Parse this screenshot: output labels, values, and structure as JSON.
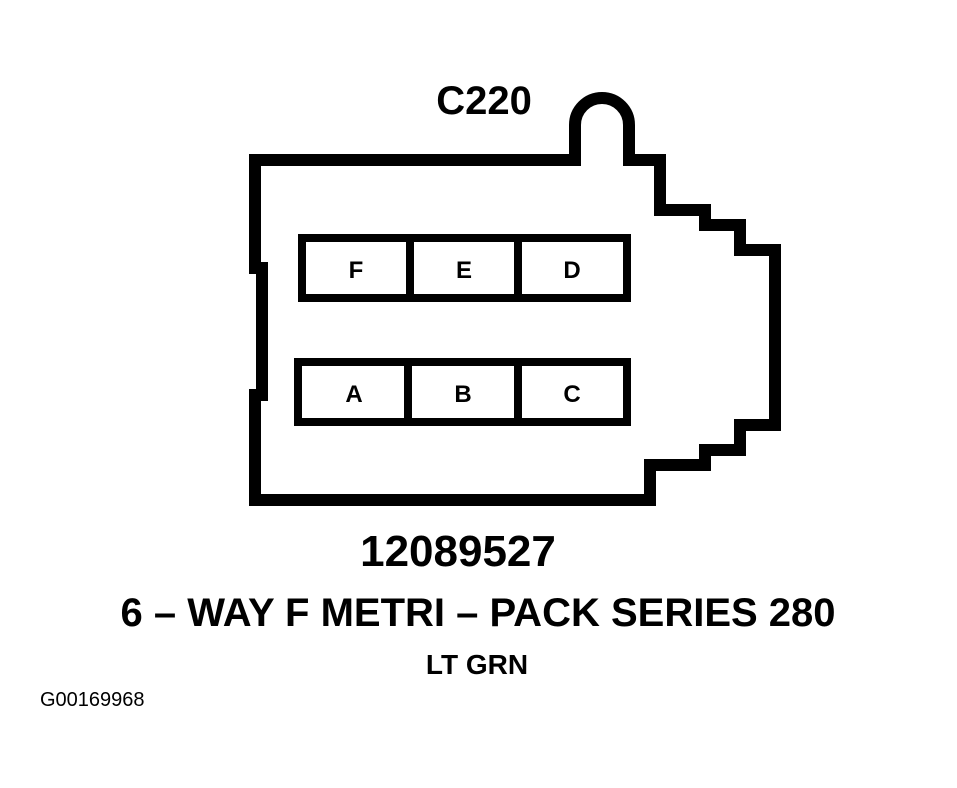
{
  "connector": {
    "id": "C220",
    "part_number": "12089527",
    "description": "6 – WAY F METRI – PACK SERIES 280",
    "color": "LT GRN"
  },
  "pins": {
    "top_row": [
      "F",
      "E",
      "D"
    ],
    "bottom_row": [
      "A",
      "B",
      "C"
    ]
  },
  "figure_ref": "G00169968"
}
